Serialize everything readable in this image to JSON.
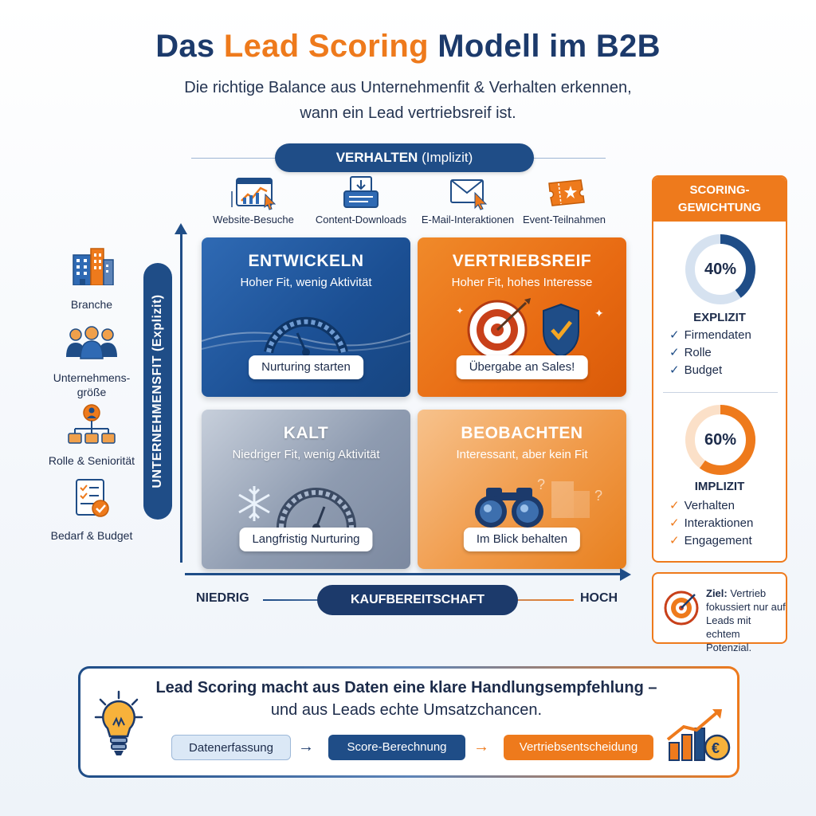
{
  "header": {
    "title_part1": "Das ",
    "title_accent": "Lead Scoring",
    "title_part2": " Modell im B2B",
    "subtitle_line1": "Die richtige Balance aus Unternehmenfit & Verhalten erkennen,",
    "subtitle_line2": "wann ein Lead vertriebsreif ist."
  },
  "behavior": {
    "label_bold": "VERHALTEN",
    "label_thin": " (Implizit)",
    "items": [
      {
        "label": "Website-Besuche",
        "icon": "browser-chart-icon"
      },
      {
        "label": "Content-Downloads",
        "icon": "download-document-icon"
      },
      {
        "label": "E-Mail-Interaktionen",
        "icon": "email-click-icon"
      },
      {
        "label": "Event-Teilnahmen",
        "icon": "event-ticket-icon"
      }
    ]
  },
  "fit": {
    "axis_label": "UNTERNEHMENSFIT (Explizit)",
    "items": [
      {
        "label": "Branche",
        "icon": "buildings-icon"
      },
      {
        "label": "Unternehmens-",
        "label2": "größe",
        "icon": "people-group-icon"
      },
      {
        "label": "Rolle & Seniorität",
        "icon": "org-chart-icon"
      },
      {
        "label": "Bedarf & Budget",
        "icon": "checklist-icon"
      }
    ]
  },
  "quadrants": {
    "develop": {
      "title": "ENTWICKELN",
      "subtitle": "Hoher Fit, wenig Aktivität",
      "action": "Nurturing starten",
      "icon": "speedometer-icon"
    },
    "ready": {
      "title": "VERTRIEBSREIF",
      "subtitle": "Hoher Fit, hohes Interesse",
      "action": "Übergabe an Sales!",
      "icon": "target-shield-icon"
    },
    "cold": {
      "title": "KALT",
      "subtitle": "Niedriger Fit, wenig Aktivität",
      "action": "Langfristig Nurturing",
      "icon": "snowflake-gauge-icon"
    },
    "watch": {
      "title": "BEOBACHTEN",
      "subtitle": "Interessant, aber kein Fit",
      "action": "Im Blick behalten",
      "icon": "binoculars-icon"
    }
  },
  "readiness": {
    "low": "NIEDRIG",
    "label": "KAUFBEREITSCHAFT",
    "high": "HOCH"
  },
  "weighting": {
    "title_line1": "SCORING-",
    "title_line2": "GEWICHTUNG",
    "explicit": {
      "percent_label": "40%",
      "percent_value": 40,
      "label": "EXPLIZIT",
      "items": [
        "Firmendaten",
        "Rolle",
        "Budget"
      ],
      "color": "#1f4d87"
    },
    "implicit": {
      "percent_label": "60%",
      "percent_value": 60,
      "label": "IMPLIZIT",
      "items": [
        "Verhalten",
        "Interaktionen",
        "Engagement"
      ],
      "color": "#ee7a1c"
    }
  },
  "goal": {
    "bold": "Ziel:",
    "text": " Vertrieb fokussiert nur auf Leads mit echtem Potenzial."
  },
  "bottom": {
    "line1": "Lead Scoring macht aus Daten eine klare Handlungsempfehlung –",
    "line2": "und aus Leads echte Umsatzchancen.",
    "steps": [
      "Datenerfassung",
      "Score-Berechnung",
      "Vertriebsentscheidung"
    ]
  },
  "colors": {
    "navy": "#1f4d87",
    "orange": "#ee7a1c"
  }
}
